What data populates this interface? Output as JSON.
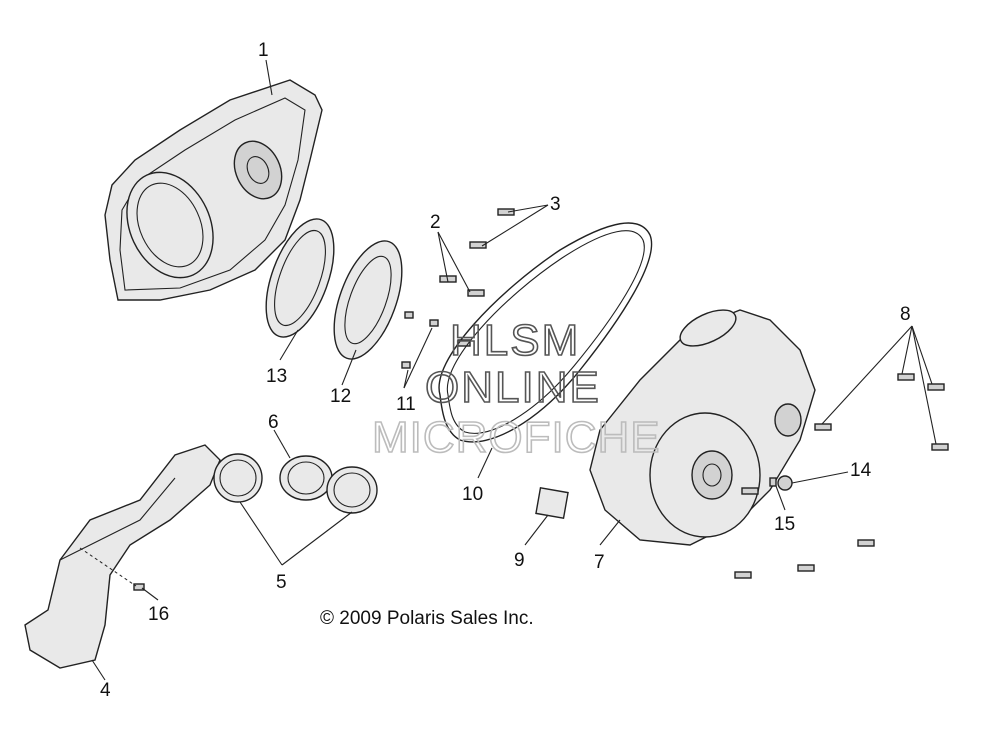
{
  "callouts": [
    {
      "id": "1",
      "text": "1"
    },
    {
      "id": "2",
      "text": "2"
    },
    {
      "id": "3",
      "text": "3"
    },
    {
      "id": "4",
      "text": "4"
    },
    {
      "id": "5",
      "text": "5"
    },
    {
      "id": "6",
      "text": "6"
    },
    {
      "id": "7",
      "text": "7"
    },
    {
      "id": "8",
      "text": "8"
    },
    {
      "id": "9",
      "text": "9"
    },
    {
      "id": "10",
      "text": "10"
    },
    {
      "id": "11",
      "text": "11"
    },
    {
      "id": "12",
      "text": "12"
    },
    {
      "id": "13",
      "text": "13"
    },
    {
      "id": "14",
      "text": "14"
    },
    {
      "id": "15",
      "text": "15"
    },
    {
      "id": "16",
      "text": "16"
    }
  ],
  "watermark": {
    "line1": "HLSM",
    "line2": "ONLINE",
    "line3": "MICROFICHE"
  },
  "copyright": "© 2009 Polaris Sales Inc."
}
